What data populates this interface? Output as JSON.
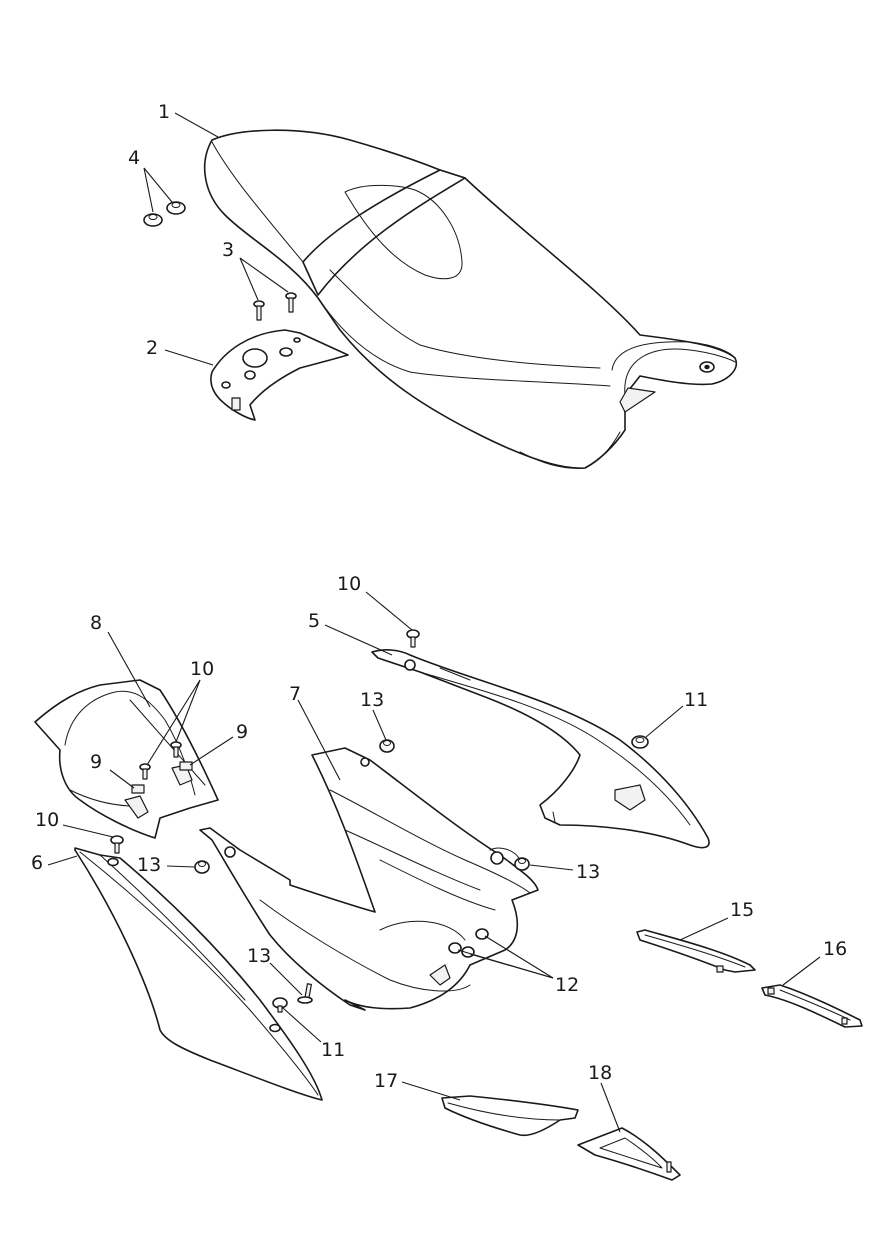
{
  "colors": {
    "line": "#1a1a1a",
    "background": "#ffffff"
  },
  "callouts": [
    {
      "id": "c1a",
      "text": "1"
    },
    {
      "id": "c4a",
      "text": "4"
    },
    {
      "id": "c3a",
      "text": "3"
    },
    {
      "id": "c2a",
      "text": "2"
    },
    {
      "id": "c10a",
      "text": "10"
    },
    {
      "id": "c5a",
      "text": "5"
    },
    {
      "id": "c8a",
      "text": "8"
    },
    {
      "id": "c10b",
      "text": "10"
    },
    {
      "id": "c7a",
      "text": "7"
    },
    {
      "id": "c13a",
      "text": "13"
    },
    {
      "id": "c11a",
      "text": "11"
    },
    {
      "id": "c9a",
      "text": "9"
    },
    {
      "id": "c9b",
      "text": "9"
    },
    {
      "id": "c10c",
      "text": "10"
    },
    {
      "id": "c6a",
      "text": "6"
    },
    {
      "id": "c13b",
      "text": "13"
    },
    {
      "id": "c13c",
      "text": "13"
    },
    {
      "id": "c15a",
      "text": "15"
    },
    {
      "id": "c16a",
      "text": "16"
    },
    {
      "id": "c12a",
      "text": "12"
    },
    {
      "id": "c13d",
      "text": "13"
    },
    {
      "id": "c11b",
      "text": "11"
    },
    {
      "id": "c17a",
      "text": "17"
    },
    {
      "id": "c18a",
      "text": "18"
    }
  ]
}
